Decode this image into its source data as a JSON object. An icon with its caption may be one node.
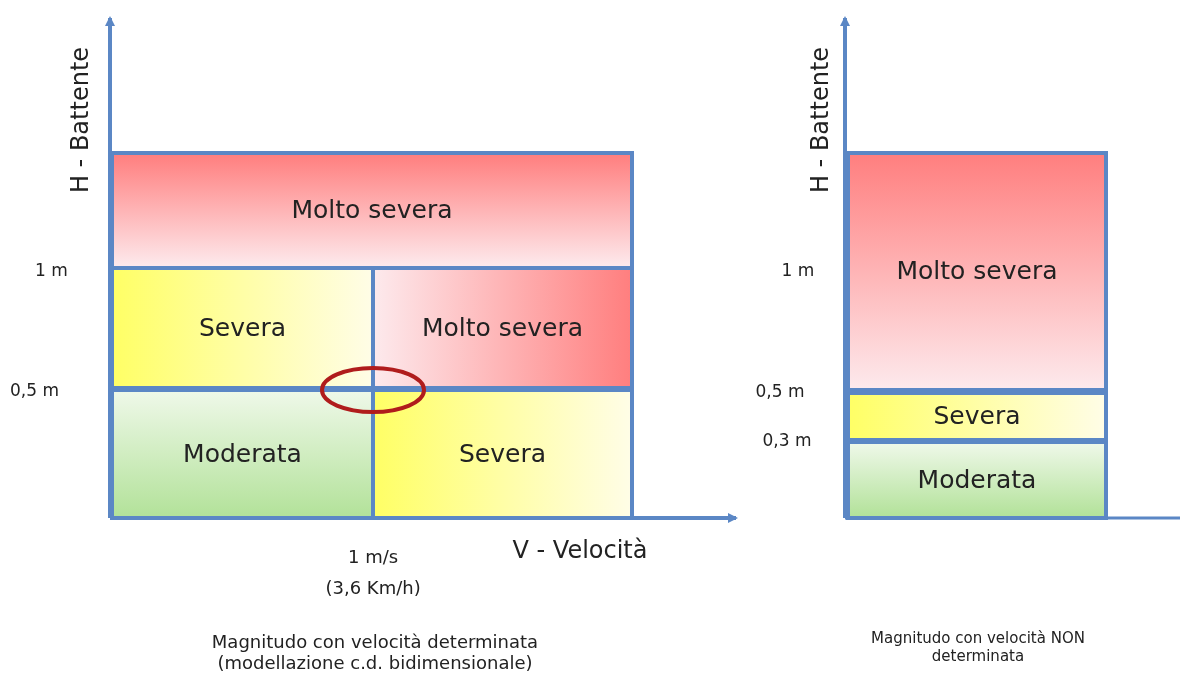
{
  "diagram": {
    "nodes": [
      {
        "text": [
          "Molto severa"
        ]
      },
      {
        "text": [
          "Severa"
        ]
      },
      {
        "text": [
          "Molto severa"
        ]
      },
      {
        "text": [
          "Moderata"
        ]
      },
      {
        "text": [
          "Severa"
        ]
      },
      {
        "text": [
          "Molto severa"
        ]
      },
      {
        "text": [
          "Severa"
        ]
      },
      {
        "text": [
          "Moderata"
        ]
      }
    ],
    "edges": [],
    "labels": [
      "H - Battente",
      "1 m",
      "0,5 m",
      "1 m/s",
      "(3,6 Km/h)",
      "V - Velocità",
      "Magnitudo con velocità determinata (modellazione c.d. bidimensionale)",
      "H - Battente",
      "1 m",
      "0,5 m",
      "0,3 m",
      "Magnitudo con velocità NON determinata"
    ]
  }
}
